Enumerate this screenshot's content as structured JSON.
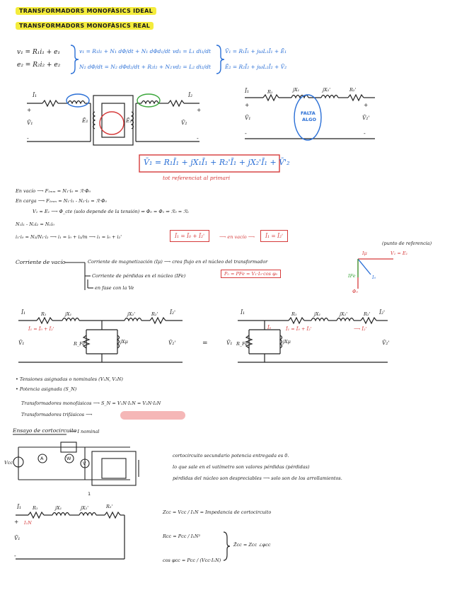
{
  "titles": {
    "ideal": "TRANSFORMADORS MONOFÀSICS IDEAL",
    "real": "TRANSFORMADORS MONOFÀSICS REAL"
  },
  "eqs": {
    "v1": "v₁ = R₁i₁ + e₁",
    "e2": "e₂ = R₂i₂ + e₂",
    "n1": "v₁ = R₁i₁ + N₁ dΦ/dt + N₁ dΦd₁/dt",
    "n2": "N₂ dΦ/dt = N₂ dΦd₂/dt + R₂i₂ + N₂",
    "vd1": "vd₁ = L₁ di₁/dt",
    "vd2": "vd₂ = L₂ di₂/dt",
    "ph1": "V̄₁ = R₁Ī₁ + jωL₁Ī₁ + Ē₁",
    "ph2": "Ē₂ = R₂Ī₂ + jωL₂Ī₂ + V̄₂"
  },
  "circuit1": {
    "i1": "Ī₁",
    "i2": "Ī₂",
    "v1": "V̄₁",
    "v2": "V̄₂",
    "e1": "Ē₁",
    "e2": "Ē₁",
    "plus1": "+",
    "minus1": "-",
    "plus2": "+",
    "minus2": "-"
  },
  "circuit2": {
    "i1": "Ī₁",
    "r1": "R₁",
    "jx1": "jX₁",
    "jx2": "jX₂'",
    "r2": "R₂'",
    "v1": "V̄₁",
    "v2": "V̄₂'",
    "falta": "FALTA",
    "algo": "ALGO",
    "plus1": "+",
    "minus1": "-",
    "plus2": "+",
    "minus2": "-"
  },
  "main_eq": "V̄₁ = R₁Ī₁ + jX₁Ī₁ + R₂'Ī₁ + jX₂'Ī₁ + V̄'₂",
  "main_note": "tot referenciat al primari",
  "lines": {
    "buit": "En vacío ⟶ F₁ₘₘ = N₁·i₀ = ℛ·Φ₀",
    "carrega": "En carga ⟶ F₁ₘₘ = N₁·i₁ - N₂·i₂ = ℛ·Φ₀",
    "ve": "V₁ ≈ E₁ ⟶ Φ_cte (solo depende de la tensión) ⇒ Φ₀ = Φ₁ ⇒ ℛ₀ = ℛ₁",
    "n1i1": "N₁i₁ - N₂i₂ = N₁i₀",
    "derive": "i₁·i₀ = N₂/N₁·i₂ ⟶ i₁ = i₀ + i₂/m ⟶ i₁ = i₀ + i₂'",
    "box1": "Ī₁ = Ī₀ + Ī₂'",
    "buit2": "⟶ en vacío ⟶",
    "box2": "Ī₁ = Ī₂'"
  },
  "corrent": {
    "label": "Corriente de vacío",
    "mag": "Corriente de magnetización (Iμ) ⟶ crea flujo en el núcleo del transformador",
    "perd": "Corriente de pérdidas en el núcleo (IFe)",
    "box": "P₀ = PFe = V₁·I₀·cos φ₀",
    "fase": "en fase con la Ve"
  },
  "phasor": {
    "title": "(punto de referencia)",
    "im": "Iμ",
    "v1": "V₁ = E₁",
    "ife": "IFe",
    "i0": "I₀",
    "phi": "Φ₀"
  },
  "eqcircuit": {
    "i1": "Ī₁",
    "r1": "R₁",
    "jx1": "jX₁",
    "jx2": "jX₂'",
    "r2": "R₂'",
    "i2": "Ī₂'",
    "iline": "Ī₁ = Ī₀ + Ī₂'",
    "v1": "V̄₁",
    "v2": "V̄₂'",
    "rfe": "R_Fe",
    "jxm": "jXμ",
    "eqsign": "=",
    "i0": "Ī₀",
    "iline2": "Ī₁ = Ī₀ + Ī₂'",
    "i2b": "⟶ Ī₂'"
  },
  "bullets": [
    "• Tensiones asignadas o nominales (V₁N, V₂N)",
    "• Potencia asignada (S_N)"
  ],
  "trafos": {
    "mono": "Transformadores monofásicos ⟶ S_N = V₁N·I₁N = V₂N·I₂N",
    "tri": "Transformadores trifásicos ⟶"
  },
  "assaig": {
    "title": "Ensayo de cortocircuito",
    "arrow": "⟶ I nominal",
    "l1": "cortocircuito secundario potencia entregada es 0.",
    "l2": "lo que sale en el vatímetro son valores pérdidas (pérdidas)",
    "l3": "pérdidas del núcleo son despreciables ⟶ solo son de los arrollamientos.",
    "vcc": "Vcc",
    "a": "A",
    "w": "W",
    "v": "V",
    "tick": "1"
  },
  "cc": {
    "i1": "Ī₁",
    "r1": "R₁",
    "jx1": "jX₁",
    "jx2": "jX₂'",
    "r2": "R₂'",
    "i1n": "I₁N",
    "v1": "V̄₁",
    "plus": "+",
    "minus": "-",
    "zcc": "Zcc = Vcc / I₁N = Impedancia de cortocircuito",
    "rcc": "Rcc = Pcc / I₁N²",
    "cos": "cos φcc = Pcc / (Vcc·I₁N)",
    "zbar": "Z̄cc = Zcc ∠φcc"
  }
}
